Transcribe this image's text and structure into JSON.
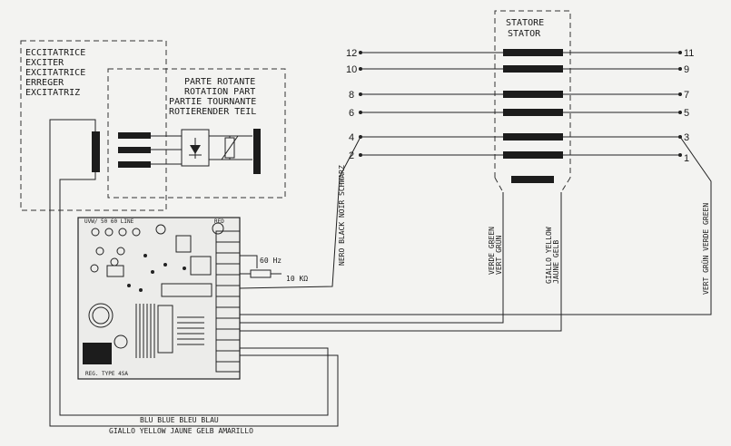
{
  "exciter": {
    "labels": [
      "ECCITATRICE",
      "EXCITER",
      "EXCITATRICE",
      "ERREGER",
      "EXCITATRIZ"
    ]
  },
  "rotating": {
    "labels": [
      "PARTE ROTANTE",
      "ROTATION PART",
      "PARTIE TOURNANTE",
      "ROTIERENDER TEIL"
    ]
  },
  "stator": {
    "labels": [
      "STATORE",
      "STATOR"
    ]
  },
  "terminals": {
    "left": [
      "12",
      "10",
      "8",
      "6",
      "4",
      "2"
    ],
    "right": [
      "11",
      "9",
      "7",
      "5",
      "3",
      "1"
    ]
  },
  "wires": {
    "black": "NERO BLACK NOIR SCHWARZ",
    "green_left": [
      "VERDE GREEN",
      "VERT GRÜN"
    ],
    "yellow": [
      "GIALLO YELLOW",
      "JAUNE GELB"
    ],
    "green_right": "VERT GRÜN VERDE GREEN",
    "blue": "BLU BLUE BLEU BLAU",
    "yellow_bottom": "GIALLO YELLOW JAUNE GELB AMARILLO"
  },
  "board": {
    "freq": "60 Hz",
    "resistor": "10 KΩ",
    "top_tag": "UVW/ 50 60 LINE",
    "bottom_tag": "REG. TYPE 4SA"
  }
}
